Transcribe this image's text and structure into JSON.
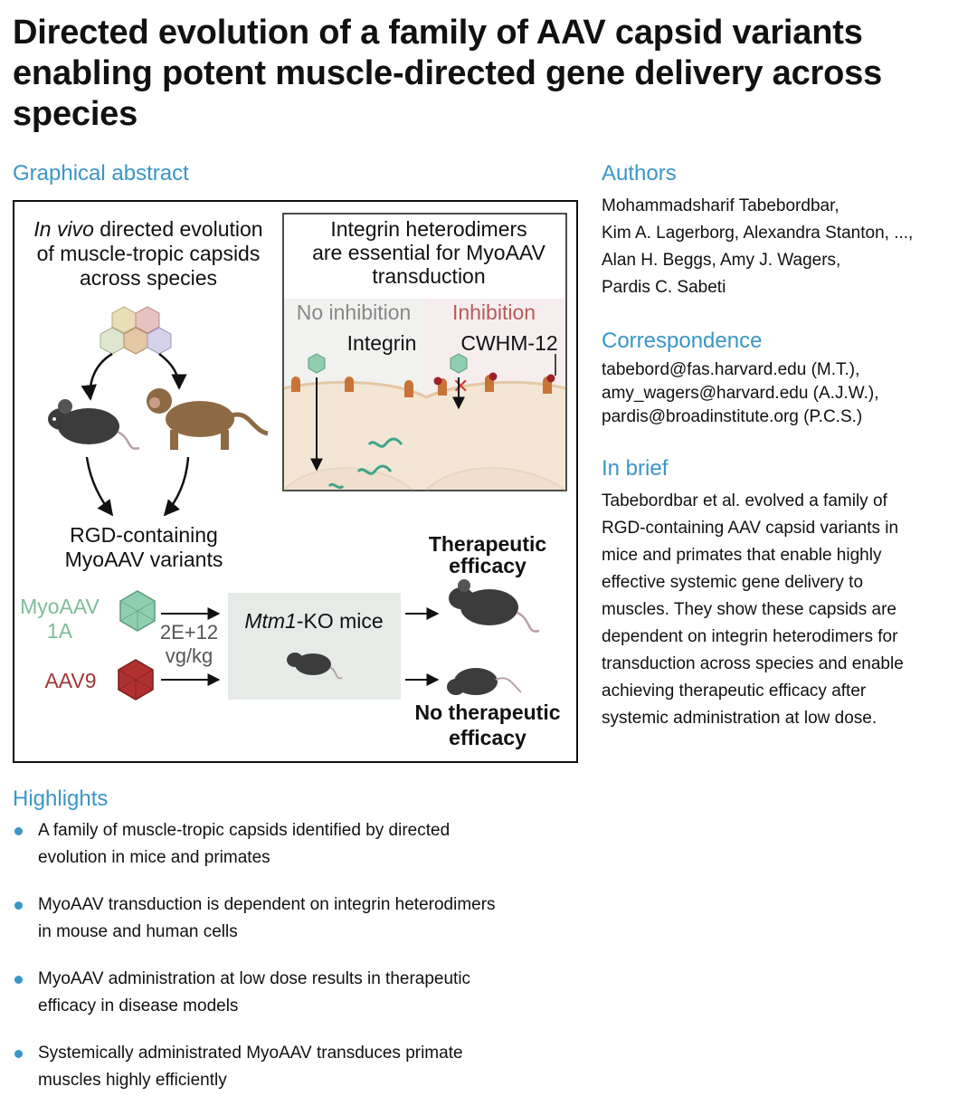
{
  "title": "Directed evolution of a family of AAV capsid variants enabling potent muscle-directed gene delivery across species",
  "sections": {
    "graphical_abstract": "Graphical abstract",
    "authors": "Authors",
    "correspondence": "Correspondence",
    "in_brief": "In brief",
    "highlights": "Highlights"
  },
  "authors": [
    "Mohammadsharif Tabebordbar,",
    "Kim A. Lagerborg, Alexandra Stanton, ...,",
    "Alan H. Beggs, Amy J. Wagers,",
    "Pardis C. Sabeti"
  ],
  "correspondence": [
    "tabebord@fas.harvard.edu (M.T.),",
    "amy_wagers@harvard.edu (A.J.W.),",
    "pardis@broadinstitute.org (P.C.S.)"
  ],
  "in_brief": [
    "Tabebordbar et al. evolved a family of",
    "RGD-containing AAV capsid variants in",
    "mice and primates that enable highly",
    "effective systemic gene delivery to",
    "muscles. They show these capsids are",
    "dependent on integrin heterodimers for",
    "transduction across species and enable",
    "achieving therapeutic efficacy after",
    "systemic administration at low dose."
  ],
  "highlights": [
    [
      "A family of muscle-tropic capsids identified by directed",
      "evolution in mice and primates"
    ],
    [
      "MyoAAV transduction is dependent on integrin heterodimers",
      "in mouse and human cells"
    ],
    [
      "MyoAAV administration at low dose results in therapeutic",
      "efficacy in disease models"
    ],
    [
      "Systemically administrated MyoAAV transduces primate",
      "muscles highly efficiently"
    ]
  ],
  "abstract": {
    "evolution": {
      "line1_italic": "In vivo",
      "line1_rest": " directed evolution",
      "line2": "of muscle-tropic capsids",
      "line3": "across species"
    },
    "integrin_panel": {
      "line1": "Integrin heterodimers",
      "line2": "are essential for MyoAAV",
      "line3": "transduction",
      "no_inhibition": "No inhibition",
      "inhibition": "Inhibition",
      "integrin": "Integrin",
      "inhibitor": "CWHM-12"
    },
    "variants": {
      "line1": "RGD-containing",
      "line2": "MyoAAV variants"
    },
    "myoaav": {
      "line1": "MyoAAV",
      "line2": "1A"
    },
    "aav9": "AAV9",
    "dose": {
      "line1": "2E+12",
      "line2": "vg/kg"
    },
    "model": {
      "gene_italic": "Mtm1",
      "rest": "-KO mice"
    },
    "outcome_positive": {
      "line1": "Therapeutic",
      "line2": "efficacy"
    },
    "outcome_negative": {
      "line1": "No therapeutic",
      "line2": "efficacy"
    }
  },
  "colors": {
    "heading": "#3a96c8",
    "myoaav_green": "#7ebc9a",
    "aav9_red": "#9e3838",
    "inhibition_red": "#b85a5a",
    "receptor_orange": "#c97436"
  }
}
